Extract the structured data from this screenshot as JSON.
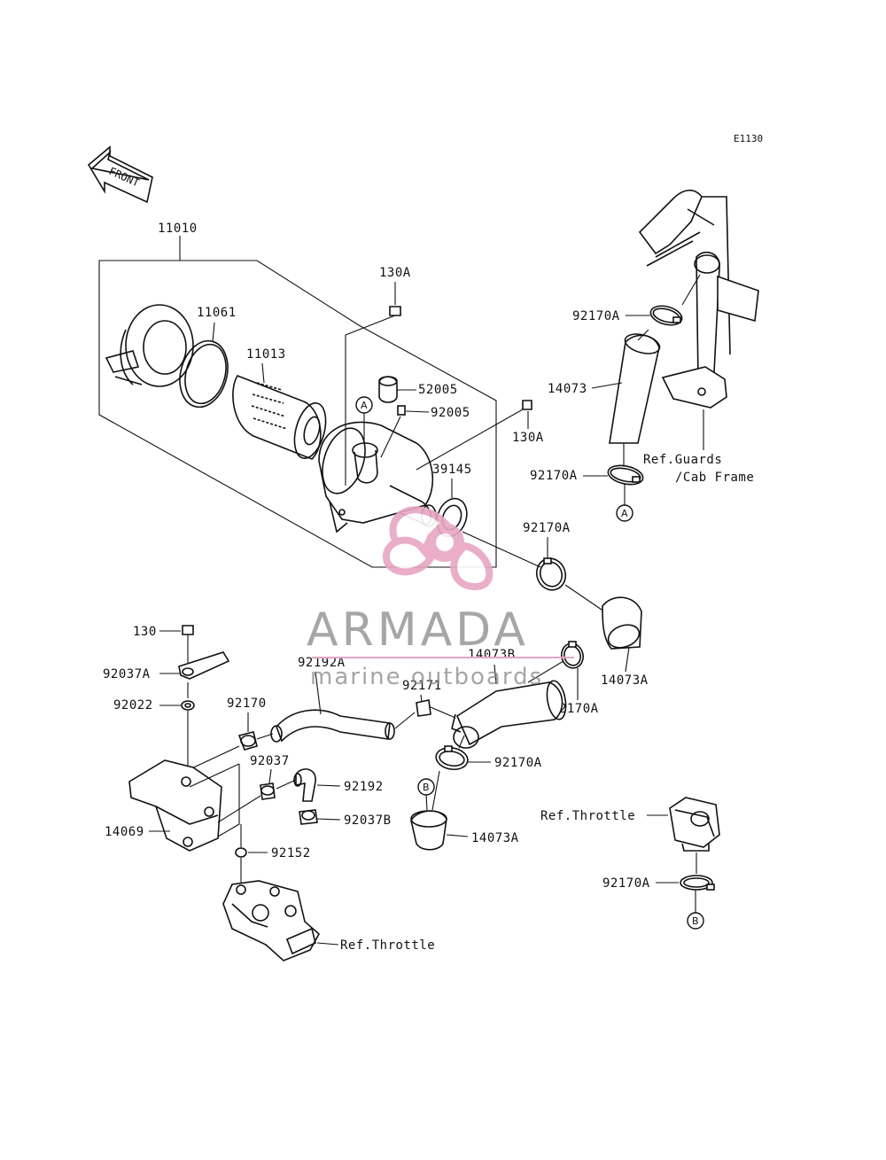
{
  "figure_code": "E1130",
  "front_label": "FRONT",
  "watermark": {
    "brand": "ARMADA",
    "tagline": "marine outboards",
    "accent": "#e8a6c4",
    "text_color": "#888888"
  },
  "callouts": {
    "p11010": "11010",
    "p11061": "11061",
    "p11013": "11013",
    "p130A_top": "130A",
    "p52005": "52005",
    "p92005": "92005",
    "p130A_right": "130A",
    "p39145": "39145",
    "p92170A_top": "92170A",
    "p14073": "14073",
    "p92170A_mid": "92170A",
    "ref_guards_1": "Ref.Guards",
    "ref_guards_2": "/Cab Frame",
    "p92170A_c": "92170A",
    "p14073A_right": "14073A",
    "p14073B": "14073B",
    "p92170A_d": "92170A",
    "p92171": "92171",
    "p92192A": "92192A",
    "p130": "130",
    "p92037A": "92037A",
    "p92022": "92022",
    "p92170": "92170",
    "p92037": "92037",
    "p92192": "92192",
    "p92037B": "92037B",
    "p14069": "14069",
    "p92152": "92152",
    "p92170A_e": "92170A",
    "p14073A_low": "14073A",
    "ref_throttle_right": "Ref.Throttle",
    "p92170A_f": "92170A",
    "ref_throttle_low": "Ref.Throttle"
  },
  "refs": {
    "A": "A",
    "B": "B"
  }
}
